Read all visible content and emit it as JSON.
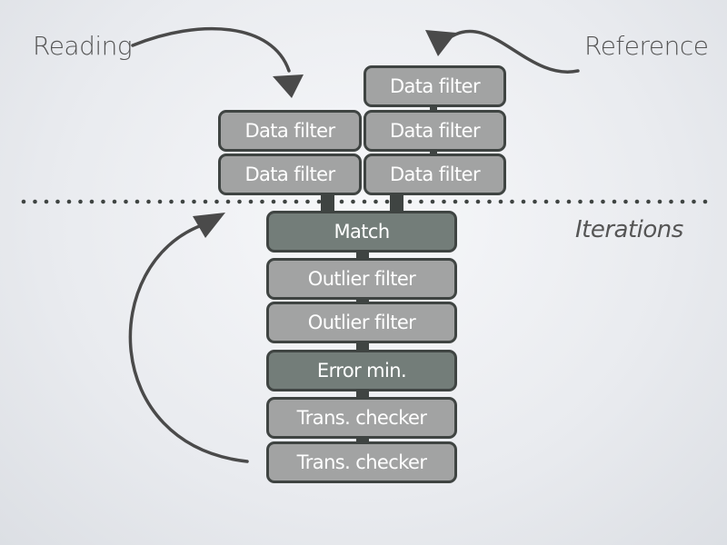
{
  "labels": {
    "reading": "Reading",
    "reference": "Reference",
    "iterations": "Iterations"
  },
  "reading_filters": [
    "Data filter",
    "Data filter"
  ],
  "reference_filters": [
    "Data filter",
    "Data filter",
    "Data filter"
  ],
  "pipeline": [
    {
      "label": "Match",
      "tone": "dark"
    },
    {
      "label": "Outlier filter",
      "tone": "light"
    },
    {
      "label": "Outlier filter",
      "tone": "light"
    },
    {
      "label": "Error min.",
      "tone": "dark"
    },
    {
      "label": "Trans. checker",
      "tone": "light"
    },
    {
      "label": "Trans. checker",
      "tone": "light"
    }
  ],
  "colors": {
    "light_box": "#a2a3a3",
    "dark_box": "#737d79",
    "border": "#3f4442",
    "text": "#555555"
  }
}
